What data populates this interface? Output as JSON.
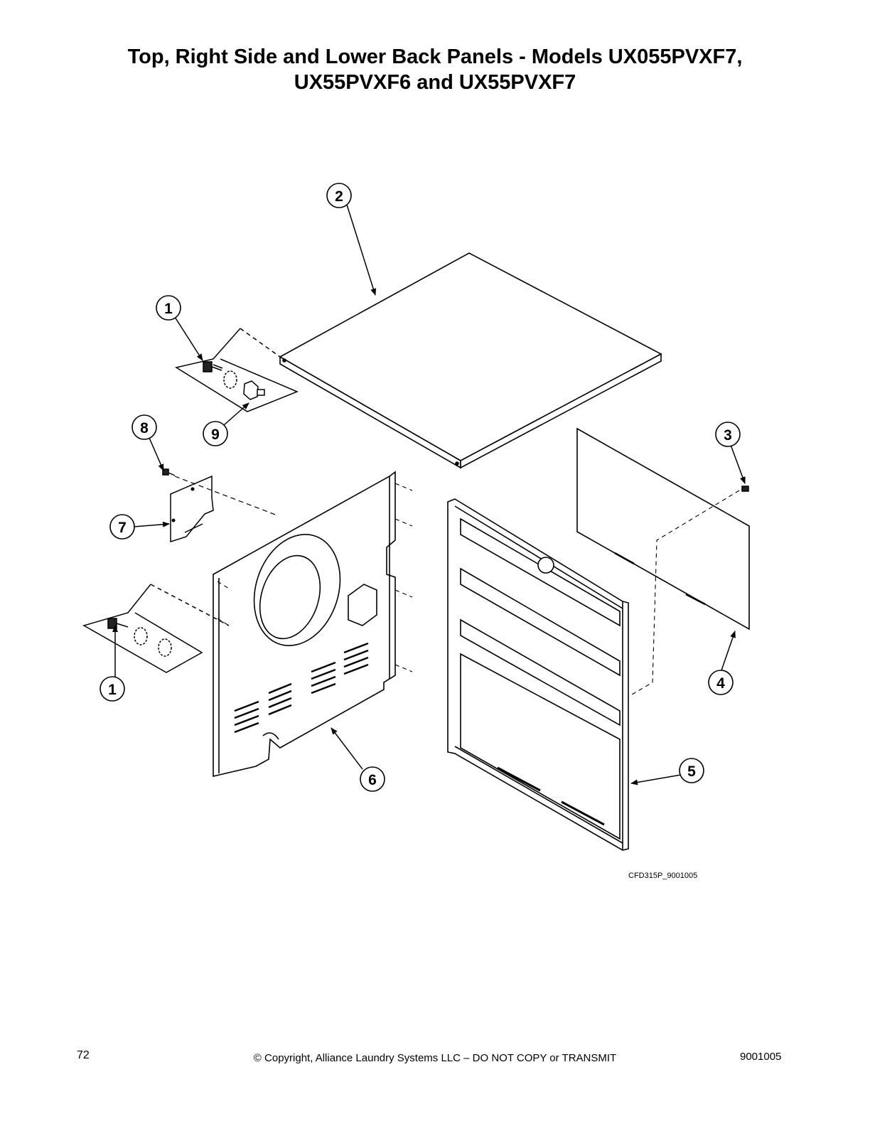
{
  "header": {
    "title_line1": "Top, Right Side and Lower Back Panels - Models UX055PVXF7,",
    "title_line2": "UX55PVXF6 and UX55PVXF7"
  },
  "diagram": {
    "callouts": [
      {
        "id": "2",
        "label": "2"
      },
      {
        "id": "1a",
        "label": "1"
      },
      {
        "id": "9",
        "label": "9"
      },
      {
        "id": "8",
        "label": "8"
      },
      {
        "id": "7",
        "label": "7"
      },
      {
        "id": "3",
        "label": "3"
      },
      {
        "id": "4",
        "label": "4"
      },
      {
        "id": "1b",
        "label": "1"
      },
      {
        "id": "6",
        "label": "6"
      },
      {
        "id": "5",
        "label": "5"
      }
    ],
    "figure_code": "CFD315P_9001005"
  },
  "footer": {
    "page_number": "72",
    "copyright": "© Copyright, Alliance Laundry Systems LLC – DO NOT COPY or TRANSMIT",
    "doc_number": "9001005"
  }
}
